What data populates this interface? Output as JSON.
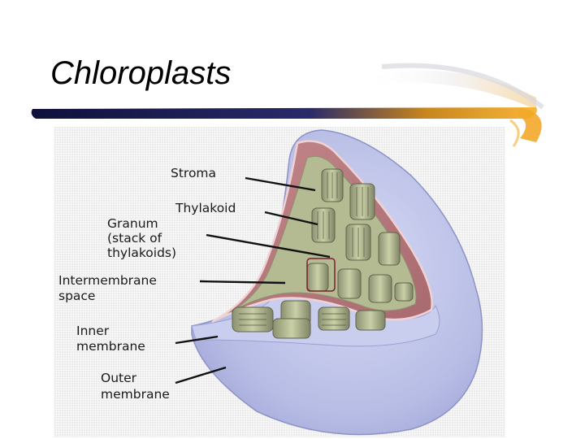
{
  "slide": {
    "title": "Chloroplasts"
  },
  "diagram": {
    "subject": "chloroplast cross-section",
    "labels": {
      "stroma": "Stroma",
      "thylakoid": "Thylakoid",
      "granum_line1": "Granum",
      "granum_line2": "(stack of",
      "granum_line3": "thylakoids)",
      "intermembrane_line1": "Intermembrane",
      "intermembrane_line2": "space",
      "inner_line1": "Inner",
      "inner_line2": "membrane",
      "outer_line1": "Outer",
      "outer_line2": "membrane"
    }
  },
  "colors": {
    "accent_orange": "#f5a623",
    "swoosh_navy": "#14144a",
    "outer_membrane": "#b9bde6",
    "inner_stroma": "#c98a8d",
    "thylakoid_green": "#a9b08a"
  }
}
